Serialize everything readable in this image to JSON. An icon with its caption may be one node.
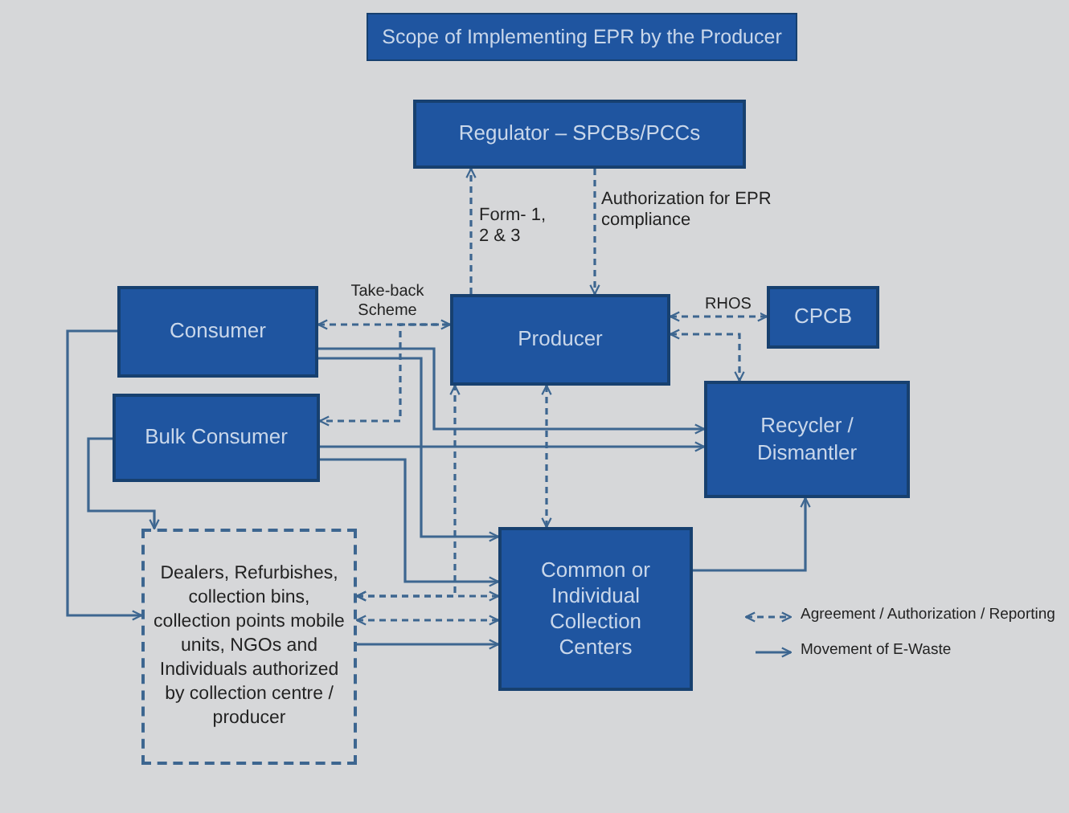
{
  "diagram": {
    "title": "Scope of Implementing EPR by the Producer",
    "nodes": [
      {
        "text": [
          "Regulator – SPCBs/PCCs"
        ]
      },
      {
        "text": [
          "Consumer"
        ]
      },
      {
        "text": [
          "Producer"
        ]
      },
      {
        "text": [
          "CPCB"
        ]
      },
      {
        "text": [
          "Bulk Consumer"
        ]
      },
      {
        "text": [
          "Recycler / Dismantler"
        ]
      },
      {
        "text": [
          "Dealers, Refurbishes, collection bins, collection points mobile units, NGOs and Individuals authorized by collection centre / producer"
        ]
      },
      {
        "text": [
          "Common or Individual Collection Centers"
        ]
      }
    ],
    "edges": [
      {
        "from": 2,
        "to": 0,
        "arrow": "to",
        "style": "dashed",
        "label": "Form- 1, 2 & 3"
      },
      {
        "from": 0,
        "to": 2,
        "arrow": "to",
        "style": "dashed",
        "label": "Authorization for EPR compliance"
      },
      {
        "from": 1,
        "to": 2,
        "arrow": "both",
        "style": "dashed",
        "label": "Take-back Scheme"
      },
      {
        "from": 2,
        "to": 4,
        "arrow": "to",
        "style": "dashed"
      },
      {
        "from": 2,
        "to": 3,
        "arrow": "both",
        "style": "dashed",
        "label": "RHOS"
      },
      {
        "from": 2,
        "to": 5,
        "arrow": "both",
        "style": "dashed"
      },
      {
        "from": 2,
        "to": 7,
        "arrow": "both",
        "style": "dashed"
      },
      {
        "from": 1,
        "to": 5,
        "arrow": "to"
      },
      {
        "from": 1,
        "to": 7,
        "arrow": "to"
      },
      {
        "from": 4,
        "to": 5,
        "arrow": "to"
      },
      {
        "from": 4,
        "to": 7,
        "arrow": "to"
      },
      {
        "from": 4,
        "to": 6,
        "arrow": "to"
      },
      {
        "from": 1,
        "to": 6,
        "arrow": "to"
      },
      {
        "from": 6,
        "to": 2,
        "arrow": "both",
        "style": "dashed"
      },
      {
        "from": 6,
        "to": 7,
        "arrow": "both",
        "style": "dashed"
      },
      {
        "from": 6,
        "to": 7,
        "arrow": "both",
        "style": "dashed"
      },
      {
        "from": 6,
        "to": 7,
        "arrow": "to"
      },
      {
        "from": 7,
        "to": 5,
        "arrow": "to"
      }
    ],
    "legend": [
      {
        "text": "Agreement / Authorization / Reporting"
      },
      {
        "text": "Movement of E-Waste"
      }
    ]
  }
}
